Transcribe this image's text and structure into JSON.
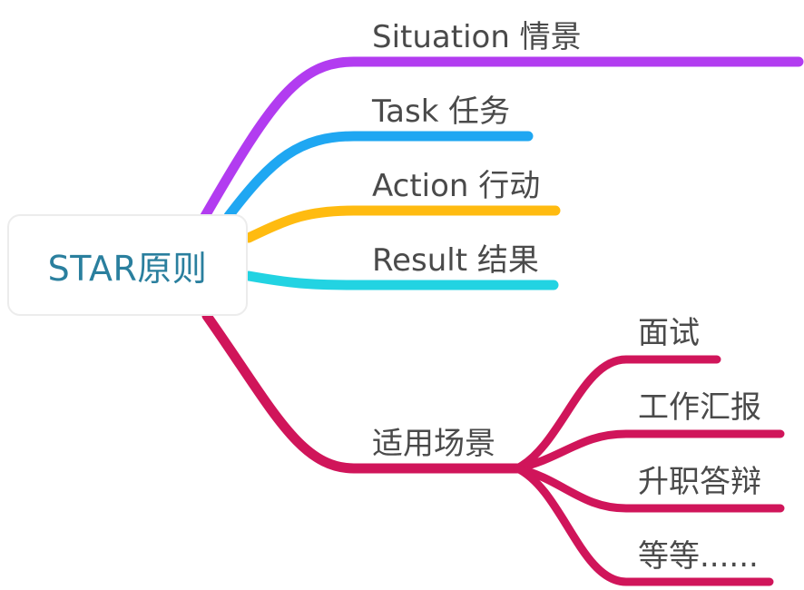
{
  "root": {
    "label": "STAR原则"
  },
  "branches": [
    {
      "key": "situation",
      "label": "Situation 情景",
      "color": "#b23cf0"
    },
    {
      "key": "task",
      "label": "Task 任务",
      "color": "#1fa7f2"
    },
    {
      "key": "action",
      "label": "Action 行动",
      "color": "#ffbb10"
    },
    {
      "key": "result",
      "label": "Result 结果",
      "color": "#22d3e2"
    },
    {
      "key": "scenarios",
      "label": "适用场景",
      "color": "#d0155a",
      "children": [
        {
          "label": "面试"
        },
        {
          "label": "工作汇报"
        },
        {
          "label": "升职答辩"
        },
        {
          "label": "等等......"
        }
      ]
    }
  ]
}
